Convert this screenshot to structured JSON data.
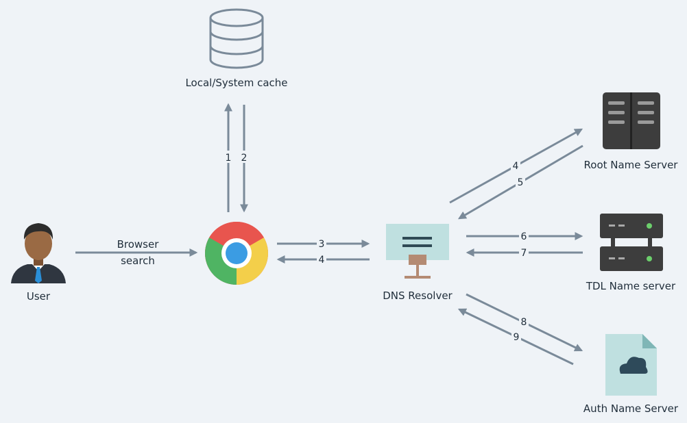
{
  "nodes": {
    "cache": "Local/System cache",
    "user": "User",
    "browser_label": [
      "Browser",
      "search"
    ],
    "resolver": "DNS Resolver",
    "root": "Root Name Server",
    "tdl": "TDL Name server",
    "auth": "Auth Name Server"
  },
  "steps": {
    "browser_to_cache": "1",
    "cache_to_browser": "2",
    "browser_to_resolver": "3",
    "resolver_to_browser": "4",
    "resolver_to_root": "4",
    "root_to_resolver": "5",
    "resolver_to_tdl": "6",
    "tdl_to_resolver": "7",
    "resolver_to_auth": "8",
    "auth_to_resolver": "9"
  },
  "colors": {
    "background": "#eff3f7",
    "arrow": "#7a8a99",
    "text": "#1f2d3a",
    "server_dark": "#3d3d3d",
    "resolver_fill": "#bfe0e0",
    "resolver_stand": "#b48b73",
    "doc_fill": "#bfe0e0",
    "cloud": "#2e4a5a",
    "chrome_red": "#e8554e",
    "chrome_green": "#4fb463",
    "chrome_yellow": "#f3cf4a",
    "chrome_blue": "#3b9ce3"
  },
  "icons": [
    "database-icon",
    "user-icon",
    "chrome-icon",
    "monitor-icon",
    "server-rack-icon",
    "server-stack-icon",
    "cloud-document-icon"
  ]
}
